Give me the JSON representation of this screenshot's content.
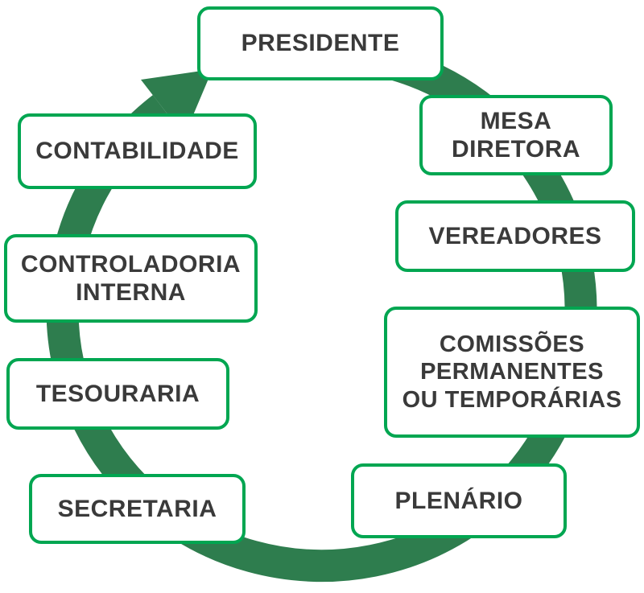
{
  "diagram": {
    "type": "cycle",
    "direction": "clockwise"
  },
  "colors": {
    "ring": "#2e7d4e",
    "box_border": "#00a651",
    "text": "#3a3a3a"
  },
  "nodes": [
    {
      "id": "presidente",
      "label": "PRESIDENTE"
    },
    {
      "id": "mesa-diretora",
      "label": "MESA\nDIRETORA"
    },
    {
      "id": "vereadores",
      "label": "VEREADORES"
    },
    {
      "id": "comissoes-permanentes-ou-temporarias",
      "label": "COMISSÕES\nPERMANENTES\nOU TEMPORÁRIAS"
    },
    {
      "id": "plenario",
      "label": "PLENÁRIO"
    },
    {
      "id": "secretaria",
      "label": "SECRETARIA"
    },
    {
      "id": "tesouraria",
      "label": "TESOURARIA"
    },
    {
      "id": "controladoria-interna",
      "label": "CONTROLADORIA\nINTERNA"
    },
    {
      "id": "contabilidade",
      "label": "CONTABILIDADE"
    }
  ]
}
